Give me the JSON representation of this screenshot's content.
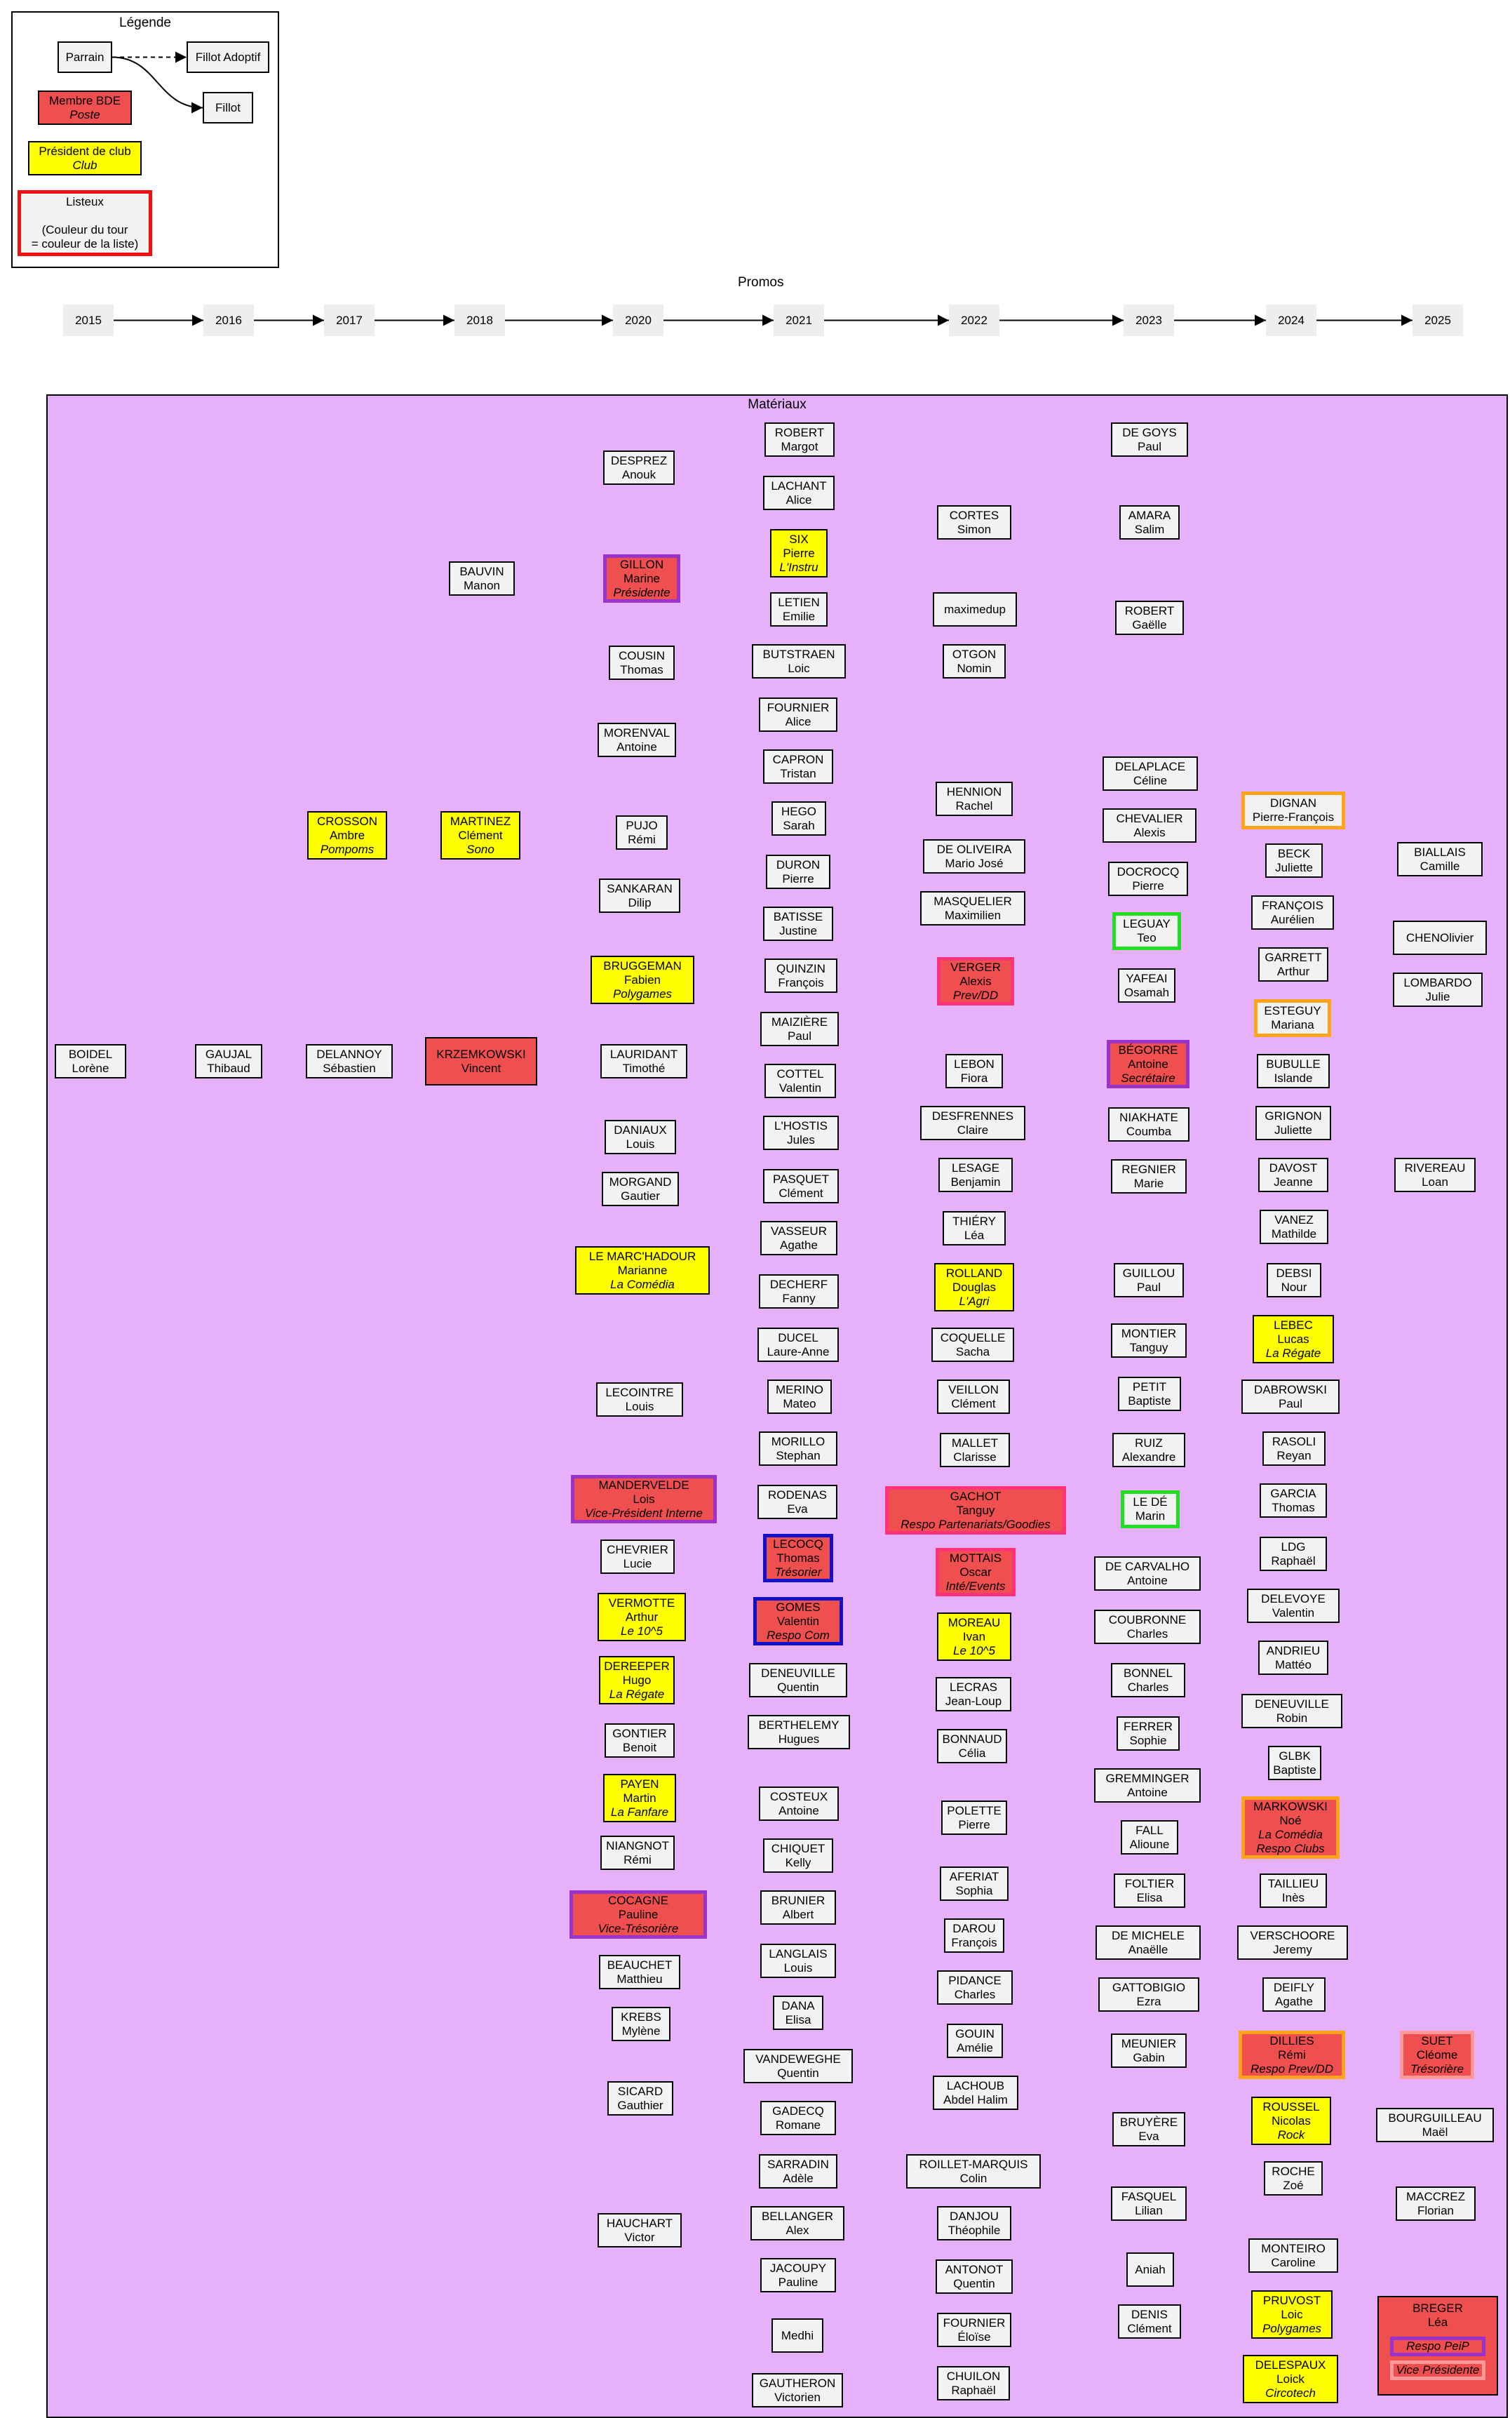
{
  "legend": {
    "title": "Légende",
    "parrain": "Parrain",
    "fillot_adoptif": "Fillot Adoptif",
    "fillot": "Fillot",
    "membre_bde": [
      "Membre BDE",
      "Poste"
    ],
    "president_club": [
      "Président de club",
      "Club"
    ],
    "listeux": [
      "Listeux",
      "",
      "(Couleur du tour",
      "= couleur de la liste)"
    ]
  },
  "promos": {
    "title": "Promos",
    "years": [
      "2015",
      "2016",
      "2017",
      "2018",
      "2020",
      "2021",
      "2022",
      "2023",
      "2024",
      "2025"
    ]
  },
  "materiaux": {
    "title": "Matériaux"
  },
  "colors": {
    "bde_fill": "#f04f4f",
    "club_fill": "#ffff00",
    "cluster_fill": "#e6b0fa",
    "node_fill": "#f2f2f2",
    "list_purple": "#9933cc",
    "list_pink": "#ff3377",
    "list_blue": "#1111cc",
    "list_green": "#22dd22",
    "list_orange": "#ffa31a",
    "list_salmon": "#ff9999",
    "list_red": "#ee1111",
    "adoption_edge": "#ff4444"
  },
  "people": {
    "boidel": {
      "name": [
        "BOIDEL",
        "Lorène"
      ]
    },
    "gaujal": {
      "name": [
        "GAUJAL",
        "Thibaud"
      ]
    },
    "delannoy": {
      "name": [
        "DELANNOY",
        "Sébastien"
      ]
    },
    "krzem": {
      "name": [
        "KRZEMKOWSKI",
        "Vincent"
      ]
    },
    "lauridant": {
      "name": [
        "LAURIDANT",
        "Timothé"
      ]
    },
    "bauvin": {
      "name": [
        "BAUVIN",
        "Manon"
      ]
    },
    "crosson": {
      "name": [
        "CROSSON",
        "Ambre",
        "Pompoms"
      ]
    },
    "martinez": {
      "name": [
        "MARTINEZ",
        "Clément",
        "Sono"
      ]
    },
    "desprez": {
      "name": [
        "DESPREZ",
        "Anouk"
      ]
    },
    "gillon": {
      "name": [
        "GILLON",
        "Marine",
        "Présidente"
      ]
    },
    "cousin": {
      "name": [
        "COUSIN",
        "Thomas"
      ]
    },
    "morenval": {
      "name": [
        "MORENVAL",
        "Antoine"
      ]
    },
    "pujo": {
      "name": [
        "PUJO",
        "Rémi"
      ]
    },
    "sankaran": {
      "name": [
        "SANKARAN",
        "Dilip"
      ]
    },
    "bruggeman": {
      "name": [
        "BRUGGEMAN",
        "Fabien",
        "Polygames"
      ]
    },
    "daniaux": {
      "name": [
        "DANIAUX",
        "Louis"
      ]
    },
    "morgand": {
      "name": [
        "MORGAND",
        "Gautier"
      ]
    },
    "lemarc": {
      "name": [
        "LE MARC'HADOUR",
        "Marianne",
        "La Comédia"
      ]
    },
    "lecointre": {
      "name": [
        "LECOINTRE",
        "Louis"
      ]
    },
    "mandervelde": {
      "name": [
        "MANDERVELDE",
        "Lois",
        "Vice-Président Interne"
      ]
    },
    "chevrier": {
      "name": [
        "CHEVRIER",
        "Lucie"
      ]
    },
    "vermotte": {
      "name": [
        "VERMOTTE",
        "Arthur",
        "Le 10^5"
      ]
    },
    "dereeper": {
      "name": [
        "DEREEPER",
        "Hugo",
        "La Régate"
      ]
    },
    "gontier": {
      "name": [
        "GONTIER",
        "Benoit"
      ]
    },
    "payen": {
      "name": [
        "PAYEN",
        "Martin",
        "La Fanfare"
      ]
    },
    "niangnot": {
      "name": [
        "NIANGNOT",
        "Rémi"
      ]
    },
    "cocagne": {
      "name": [
        "COCAGNE",
        "Pauline",
        "Vice-Trésorière"
      ]
    },
    "beauchet": {
      "name": [
        "BEAUCHET",
        "Matthieu"
      ]
    },
    "krebs": {
      "name": [
        "KREBS",
        "Mylène"
      ]
    },
    "sicard": {
      "name": [
        "SICARD",
        "Gauthier"
      ]
    },
    "hauchart": {
      "name": [
        "HAUCHART",
        "Victor"
      ]
    },
    "robertm": {
      "name": [
        "ROBERT",
        "Margot"
      ]
    },
    "lachant": {
      "name": [
        "LACHANT",
        "Alice"
      ]
    },
    "six": {
      "name": [
        "SIX",
        "Pierre",
        "L'Instru"
      ]
    },
    "letien": {
      "name": [
        "LETIEN",
        "Emilie"
      ]
    },
    "butstraen": {
      "name": [
        "BUTSTRAEN",
        "Loic"
      ]
    },
    "fournierA": {
      "name": [
        "FOURNIER",
        "Alice"
      ]
    },
    "capron": {
      "name": [
        "CAPRON",
        "Tristan"
      ]
    },
    "hego": {
      "name": [
        "HEGO",
        "Sarah"
      ]
    },
    "duron": {
      "name": [
        "DURON",
        "Pierre"
      ]
    },
    "batisse": {
      "name": [
        "BATISSE",
        "Justine"
      ]
    },
    "quinzin": {
      "name": [
        "QUINZIN",
        "François"
      ]
    },
    "maiziere": {
      "name": [
        "MAIZIÈRE",
        "Paul"
      ]
    },
    "cottel": {
      "name": [
        "COTTEL",
        "Valentin"
      ]
    },
    "lhostis": {
      "name": [
        "L'HOSTIS",
        "Jules"
      ]
    },
    "pasquet": {
      "name": [
        "PASQUET",
        "Clément"
      ]
    },
    "vasseur": {
      "name": [
        "VASSEUR",
        "Agathe"
      ]
    },
    "decherf": {
      "name": [
        "DECHERF",
        "Fanny"
      ]
    },
    "ducel": {
      "name": [
        "DUCEL",
        "Laure-Anne"
      ]
    },
    "merino": {
      "name": [
        "MERINO",
        "Mateo"
      ]
    },
    "morillo": {
      "name": [
        "MORILLO",
        "Stephan"
      ]
    },
    "rodenas": {
      "name": [
        "RODENAS",
        "Eva"
      ]
    },
    "lecocq": {
      "name": [
        "LECOCQ",
        "Thomas",
        "Trésorier"
      ]
    },
    "gomes": {
      "name": [
        "GOMES",
        "Valentin",
        "Respo Com"
      ]
    },
    "deneuvilleQ": {
      "name": [
        "DENEUVILLE",
        "Quentin"
      ]
    },
    "berthelemy": {
      "name": [
        "BERTHELEMY",
        "Hugues"
      ]
    },
    "costeux": {
      "name": [
        "COSTEUX",
        "Antoine"
      ]
    },
    "chiquet": {
      "name": [
        "CHIQUET",
        "Kelly"
      ]
    },
    "brunier": {
      "name": [
        "BRUNIER",
        "Albert"
      ]
    },
    "langlais": {
      "name": [
        "LANGLAIS",
        "Louis"
      ]
    },
    "dana": {
      "name": [
        "DANA",
        "Elisa"
      ]
    },
    "vandeweghe": {
      "name": [
        "VANDEWEGHE",
        "Quentin"
      ]
    },
    "gadecq": {
      "name": [
        "GADECQ",
        "Romane"
      ]
    },
    "sarradin": {
      "name": [
        "SARRADIN",
        "Adèle"
      ]
    },
    "bellanger": {
      "name": [
        "BELLANGER",
        "Alex"
      ]
    },
    "jacoupy": {
      "name": [
        "JACOUPY",
        "Pauline"
      ]
    },
    "medhi": {
      "name": [
        "Medhi"
      ]
    },
    "gautheron": {
      "name": [
        "GAUTHERON",
        "Victorien"
      ]
    },
    "cortes": {
      "name": [
        "CORTES",
        "Simon"
      ]
    },
    "maximedup": {
      "name": [
        "maximedup"
      ]
    },
    "otgon": {
      "name": [
        "OTGON",
        "Nomin"
      ]
    },
    "hennion": {
      "name": [
        "HENNION",
        "Rachel"
      ]
    },
    "deoliveira": {
      "name": [
        "DE OLIVEIRA",
        "Mario José"
      ]
    },
    "masquelier": {
      "name": [
        "MASQUELIER",
        "Maximilien"
      ]
    },
    "verger": {
      "name": [
        "VERGER",
        "Alexis",
        "Prev/DD"
      ]
    },
    "lebon": {
      "name": [
        "LEBON",
        "Fiora"
      ]
    },
    "desfrennes": {
      "name": [
        "DESFRENNES",
        "Claire"
      ]
    },
    "lesage": {
      "name": [
        "LESAGE",
        "Benjamin"
      ]
    },
    "thiery": {
      "name": [
        "THIÉRY",
        "Léa"
      ]
    },
    "rolland": {
      "name": [
        "ROLLAND",
        "Douglas",
        "L'Agri"
      ]
    },
    "coquelle": {
      "name": [
        "COQUELLE",
        "Sacha"
      ]
    },
    "veillon": {
      "name": [
        "VEILLON",
        "Clément"
      ]
    },
    "mallet": {
      "name": [
        "MALLET",
        "Clarisse"
      ]
    },
    "gachot": {
      "name": [
        "GACHOT",
        "Tanguy",
        "Respo Partenariats/Goodies"
      ]
    },
    "mottais": {
      "name": [
        "MOTTAIS",
        "Oscar",
        "Inté/Events"
      ]
    },
    "moreau": {
      "name": [
        "MOREAU",
        "Ivan",
        "Le 10^5"
      ]
    },
    "lecras": {
      "name": [
        "LECRAS",
        "Jean-Loup"
      ]
    },
    "bonnaud": {
      "name": [
        "BONNAUD",
        "Célia"
      ]
    },
    "polette": {
      "name": [
        "POLETTE",
        "Pierre"
      ]
    },
    "aferiat": {
      "name": [
        "AFERIAT",
        "Sophia"
      ]
    },
    "darou": {
      "name": [
        "DAROU",
        "François"
      ]
    },
    "pidance": {
      "name": [
        "PIDANCE",
        "Charles"
      ]
    },
    "gouin": {
      "name": [
        "GOUIN",
        "Amélie"
      ]
    },
    "lachoub": {
      "name": [
        "LACHOUB",
        "Abdel Halim"
      ]
    },
    "roillet": {
      "name": [
        "ROILLET-MARQUIS",
        "Colin"
      ]
    },
    "danjou": {
      "name": [
        "DANJOU",
        "Théophile"
      ]
    },
    "antonot": {
      "name": [
        "ANTONOT",
        "Quentin"
      ]
    },
    "fournierE": {
      "name": [
        "FOURNIER",
        "Éloïse"
      ]
    },
    "chuilon": {
      "name": [
        "CHUILON",
        "Raphaël"
      ]
    },
    "degoys": {
      "name": [
        "DE GOYS",
        "Paul"
      ]
    },
    "amara": {
      "name": [
        "AMARA",
        "Salim"
      ]
    },
    "robertg": {
      "name": [
        "ROBERT",
        "Gaëlle"
      ]
    },
    "delaplace": {
      "name": [
        "DELAPLACE",
        "Céline"
      ]
    },
    "chevalier": {
      "name": [
        "CHEVALIER",
        "Alexis"
      ]
    },
    "docrocq": {
      "name": [
        "DOCROCQ",
        "Pierre"
      ]
    },
    "leguay": {
      "name": [
        "LEGUAY",
        "Teo"
      ]
    },
    "yafeai": {
      "name": [
        "YAFEAI",
        "Osamah"
      ]
    },
    "begorre": {
      "name": [
        "BÉGORRE",
        "Antoine",
        "Secrétaire"
      ]
    },
    "niakhate": {
      "name": [
        "NIAKHATE",
        "Coumba"
      ]
    },
    "regnier": {
      "name": [
        "REGNIER",
        "Marie"
      ]
    },
    "guillou": {
      "name": [
        "GUILLOU",
        "Paul"
      ]
    },
    "montier": {
      "name": [
        "MONTIER",
        "Tanguy"
      ]
    },
    "petit": {
      "name": [
        "PETIT",
        "Baptiste"
      ]
    },
    "ruiz": {
      "name": [
        "RUIZ",
        "Alexandre"
      ]
    },
    "lede": {
      "name": [
        "LE DÉ",
        "Marin"
      ]
    },
    "decarvalho": {
      "name": [
        "DE CARVALHO",
        "Antoine"
      ]
    },
    "coubronne": {
      "name": [
        "COUBRONNE",
        "Charles"
      ]
    },
    "bonnel": {
      "name": [
        "BONNEL",
        "Charles"
      ]
    },
    "ferrer": {
      "name": [
        "FERRER",
        "Sophie"
      ]
    },
    "gremminger": {
      "name": [
        "GREMMINGER",
        "Antoine"
      ]
    },
    "fall": {
      "name": [
        "FALL",
        "Alioune"
      ]
    },
    "foltier": {
      "name": [
        "FOLTIER",
        "Elisa"
      ]
    },
    "demichele": {
      "name": [
        "DE MICHELE",
        "Anaëlle"
      ]
    },
    "gattobigio": {
      "name": [
        "GATTOBIGIO",
        "Ezra"
      ]
    },
    "meunier": {
      "name": [
        "MEUNIER",
        "Gabin"
      ]
    },
    "bruyere": {
      "name": [
        "BRUYÈRE",
        "Eva"
      ]
    },
    "fasquel": {
      "name": [
        "FASQUEL",
        "Lilian"
      ]
    },
    "aniah": {
      "name": [
        "Aniah"
      ]
    },
    "denis": {
      "name": [
        "DENIS",
        "Clément"
      ]
    },
    "dignan": {
      "name": [
        "DIGNAN",
        "Pierre-François"
      ]
    },
    "beck": {
      "name": [
        "BECK",
        "Juliette"
      ]
    },
    "francois": {
      "name": [
        "FRANÇOIS",
        "Aurélien"
      ]
    },
    "garrett": {
      "name": [
        "GARRETT",
        "Arthur"
      ]
    },
    "esteguy": {
      "name": [
        "ESTEGUY",
        "Mariana"
      ]
    },
    "bubulle": {
      "name": [
        "BUBULLE",
        "Islande"
      ]
    },
    "grignon": {
      "name": [
        "GRIGNON",
        "Juliette"
      ]
    },
    "davost": {
      "name": [
        "DAVOST",
        "Jeanne"
      ]
    },
    "vanez": {
      "name": [
        "VANEZ",
        "Mathilde"
      ]
    },
    "debsi": {
      "name": [
        "DEBSI",
        "Nour"
      ]
    },
    "lebec": {
      "name": [
        "LEBEC",
        "Lucas",
        "La Régate"
      ]
    },
    "dabrowski": {
      "name": [
        "DABROWSKI",
        "Paul"
      ]
    },
    "rasoli": {
      "name": [
        "RASOLI",
        "Reyan"
      ]
    },
    "garcia": {
      "name": [
        "GARCIA",
        "Thomas"
      ]
    },
    "ldg": {
      "name": [
        "LDG",
        "Raphaël"
      ]
    },
    "delevoye": {
      "name": [
        "DELEVOYE",
        "Valentin"
      ]
    },
    "andrieu": {
      "name": [
        "ANDRIEU",
        "Mattéo"
      ]
    },
    "deneuvilleR": {
      "name": [
        "DENEUVILLE",
        "Robin"
      ]
    },
    "glbk": {
      "name": [
        "GLBK",
        "Baptiste"
      ]
    },
    "markowski": {
      "name": [
        "MARKOWSKI",
        "Noé",
        "La Comédia",
        "Respo Clubs"
      ]
    },
    "taillieu": {
      "name": [
        "TAILLIEU",
        "Inès"
      ]
    },
    "verschoore": {
      "name": [
        "VERSCHOORE",
        "Jeremy"
      ]
    },
    "deifly": {
      "name": [
        "DEIFLY",
        "Agathe"
      ]
    },
    "dillies": {
      "name": [
        "DILLIES",
        "Rémi",
        "Respo Prev/DD"
      ]
    },
    "roussel": {
      "name": [
        "ROUSSEL",
        "Nicolas",
        "Rock"
      ]
    },
    "roche": {
      "name": [
        "ROCHE",
        "Zoé"
      ]
    },
    "monteiro": {
      "name": [
        "MONTEIRO",
        "Caroline"
      ]
    },
    "pruvost": {
      "name": [
        "PRUVOST",
        "Loic",
        "Polygames"
      ]
    },
    "delespaux": {
      "name": [
        "DELESPAUX",
        "Loick",
        "Circotech"
      ]
    },
    "biallais": {
      "name": [
        "BIALLAIS",
        "Camille"
      ]
    },
    "chenolivier": {
      "name": [
        "CHENOlivier"
      ]
    },
    "lombardo": {
      "name": [
        "LOMBARDO",
        "Julie"
      ]
    },
    "rivereau": {
      "name": [
        "RIVEREAU",
        "Loan"
      ]
    },
    "suet": {
      "name": [
        "SUET",
        "Cléome",
        "Trésorière"
      ]
    },
    "bourguilleau": {
      "name": [
        "BOURGUILLEAU",
        "Maël"
      ]
    },
    "maccrez": {
      "name": [
        "MACCREZ",
        "Florian"
      ]
    },
    "breger": {
      "name": [
        "BREGER",
        "Léa"
      ],
      "roles": [
        "Respo PeiP",
        "Vice Présidente"
      ]
    }
  }
}
